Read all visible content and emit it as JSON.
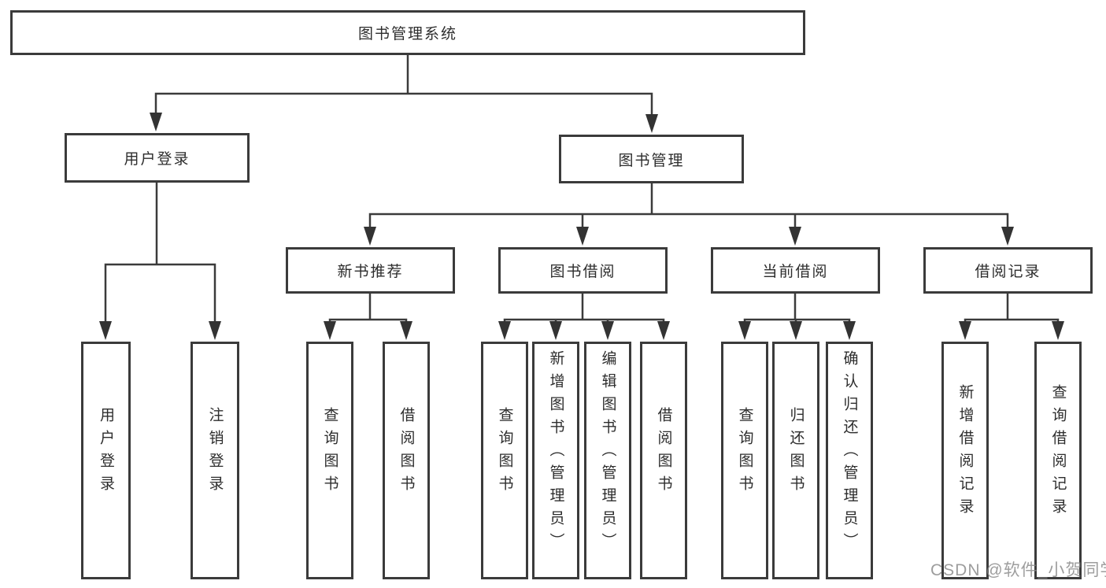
{
  "diagram": {
    "root": {
      "label": "图书管理系统"
    },
    "branches": [
      {
        "label": "用户登录",
        "children": [
          "用户登录",
          "注销登录"
        ]
      },
      {
        "label": "图书管理",
        "groups": [
          {
            "label": "新书推荐",
            "children": [
              "查询图书",
              "借阅图书"
            ]
          },
          {
            "label": "图书借阅",
            "children": [
              "查询图书",
              "新增图书（管理员）",
              "编辑图书（管理员）",
              "借阅图书"
            ]
          },
          {
            "label": "当前借阅",
            "children": [
              "查询图书",
              "归还图书",
              "确认归还（管理员）"
            ]
          },
          {
            "label": "借阅记录",
            "children": [
              "新增借阅记录",
              "查询借阅记录"
            ]
          }
        ]
      }
    ]
  },
  "watermark": {
    "text": "CSDN @软件_小贺同学",
    "color": "#878787"
  },
  "colors": {
    "line": "#3b3b3b",
    "border": "#3b3b3b",
    "text": "#2d2d2d",
    "background": "#ffffff"
  }
}
